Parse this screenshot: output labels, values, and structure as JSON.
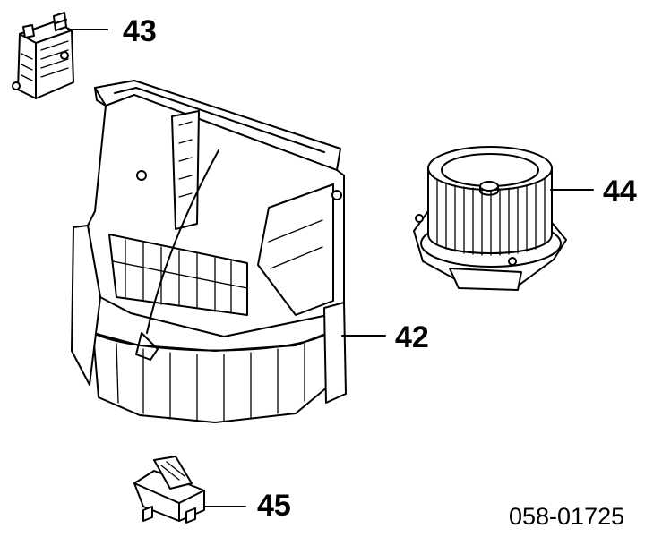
{
  "parts": [
    {
      "callout": "43",
      "icon": "actuator-icon"
    },
    {
      "callout": "44",
      "icon": "blower-fan-icon"
    },
    {
      "callout": "42",
      "icon": "heater-housing-icon"
    },
    {
      "callout": "45",
      "icon": "resistor-icon"
    }
  ],
  "reference_code": "058-01725",
  "colors": {
    "line": "#000000",
    "background": "#ffffff"
  }
}
